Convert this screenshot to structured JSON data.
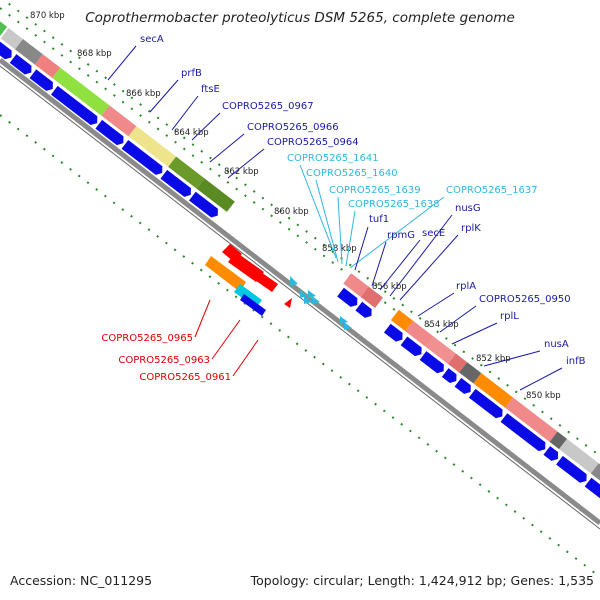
{
  "title": "Coprothermobacter proteolyticus DSM 5265, complete genome",
  "footer": {
    "accession": "Accession: NC_011295",
    "summary": "Topology: circular; Length: 1,424,912 bp; Genes: 1,535"
  },
  "colors": {
    "cds_forward": "#0a0ae6",
    "cds_blue_label": "#1a1aa8",
    "rna_label": "#2eb8e0",
    "reverse_label": "#e00000",
    "backbone": "#8a8a8a",
    "tick": "#2a8a2a"
  },
  "ruler": [
    {
      "label": "870 kbp"
    },
    {
      "label": "868 kbp"
    },
    {
      "label": "866 kbp"
    },
    {
      "label": "864 kbp"
    },
    {
      "label": "862 kbp"
    },
    {
      "label": "860 kbp"
    },
    {
      "label": "858 kbp"
    },
    {
      "label": "856 kbp"
    },
    {
      "label": "854 kbp"
    },
    {
      "label": "852 kbp"
    },
    {
      "label": "850 kbp"
    }
  ],
  "gene_labels": [
    {
      "text": "secA",
      "kind": "cds"
    },
    {
      "text": "prfB",
      "kind": "cds"
    },
    {
      "text": "ftsE",
      "kind": "cds"
    },
    {
      "text": "COPRO5265_0967",
      "kind": "cds"
    },
    {
      "text": "COPRO5265_0966",
      "kind": "cds"
    },
    {
      "text": "COPRO5265_0964",
      "kind": "cds"
    },
    {
      "text": "COPRO5265_1641",
      "kind": "rna"
    },
    {
      "text": "COPRO5265_1640",
      "kind": "rna"
    },
    {
      "text": "COPRO5265_1639",
      "kind": "rna"
    },
    {
      "text": "COPRO5265_1638",
      "kind": "rna"
    },
    {
      "text": "COPRO5265_1637",
      "kind": "rna"
    },
    {
      "text": "tuf1",
      "kind": "cds"
    },
    {
      "text": "rpmG",
      "kind": "cds"
    },
    {
      "text": "secE",
      "kind": "cds"
    },
    {
      "text": "nusG",
      "kind": "cds"
    },
    {
      "text": "rplK",
      "kind": "cds"
    },
    {
      "text": "rplA",
      "kind": "cds"
    },
    {
      "text": "COPRO5265_0950",
      "kind": "cds"
    },
    {
      "text": "rplL",
      "kind": "cds"
    },
    {
      "text": "nusA",
      "kind": "cds"
    },
    {
      "text": "infB",
      "kind": "cds"
    },
    {
      "text": "COPRO5265_0965",
      "kind": "reverse"
    },
    {
      "text": "COPRO5265_0963",
      "kind": "reverse"
    },
    {
      "text": "COPRO5265_0961",
      "kind": "reverse"
    }
  ]
}
